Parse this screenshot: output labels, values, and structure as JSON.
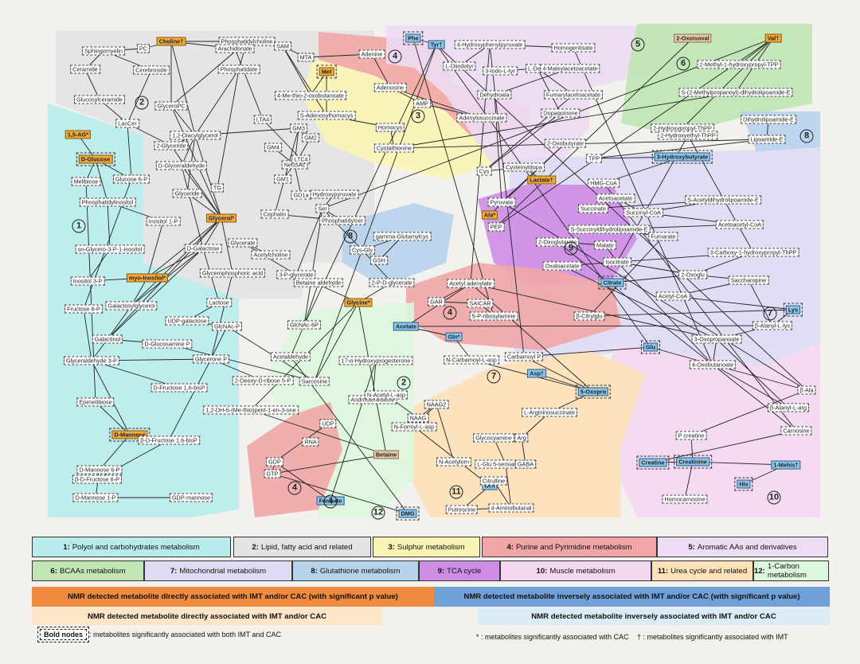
{
  "colors": {
    "r1": "#b8ecec",
    "r2": "#e3e3e3",
    "r3": "#fbf4b4",
    "r4": "#f1a6a6",
    "r5": "#ecdcf4",
    "r6": "#bfe6b4",
    "r7": "#dedcf4",
    "r8": "#b7d3ec",
    "r9": "#ce8de5",
    "r10": "#f4d8f2",
    "r11": "#fde1b8",
    "r12": "#ddf7dc",
    "orange": "#f2a93b",
    "blue": "#8ec5ea",
    "tan": "#e8c9a8",
    "light_orange": "#fde6c7",
    "light_blue": "#dcecf6",
    "dark_orange": "#ef8b3e",
    "dark_blue": "#6fa0d8"
  },
  "region_numbers": [
    "1",
    "2",
    "3",
    "4",
    "4",
    "4",
    "4",
    "5",
    "6",
    "7",
    "7",
    "8",
    "8",
    "9",
    "10",
    "11",
    "12",
    "2"
  ],
  "nodes": [
    {
      "label": "Choline†",
      "s": "orange"
    },
    {
      "label": "PC",
      "s": ""
    },
    {
      "label": "Sphingomyelin",
      "s": ""
    },
    {
      "label": "Phosphatidylcholine",
      "s": ""
    },
    {
      "label": "Arachidonate",
      "s": ""
    },
    {
      "label": "Ceramide",
      "s": ""
    },
    {
      "label": "Cerebroside",
      "s": ""
    },
    {
      "label": "Phosphatidate",
      "s": ""
    },
    {
      "label": "Glucosylceramide",
      "s": ""
    },
    {
      "label": "GlyceroPC",
      "s": ""
    },
    {
      "label": "LacCer",
      "s": ""
    },
    {
      "label": "1,5-AG*",
      "s": "orange"
    },
    {
      "label": "D-Glucose",
      "s": "orange bold"
    },
    {
      "label": "Melibiose",
      "s": ""
    },
    {
      "label": "Glucose 6-P",
      "s": ""
    },
    {
      "label": "2-Glyceride",
      "s": ""
    },
    {
      "label": "1,2-Diacylglycerol",
      "s": ""
    },
    {
      "label": "D-Glyceraldehyde",
      "s": ""
    },
    {
      "label": "Glyceride",
      "s": ""
    },
    {
      "label": "TG",
      "s": ""
    },
    {
      "label": "Phosphatidylinositol",
      "s": ""
    },
    {
      "label": "Inositol 1-P",
      "s": ""
    },
    {
      "label": "Glycerol*",
      "s": "orange"
    },
    {
      "label": "sn-Glycero-3-P-1-inositol",
      "s": ""
    },
    {
      "label": "D-Galactose",
      "s": ""
    },
    {
      "label": "Inositol 3-P",
      "s": ""
    },
    {
      "label": "myo-Inositol*",
      "s": "orange"
    },
    {
      "label": "Glycerophosphoric acid",
      "s": ""
    },
    {
      "label": "Lactose",
      "s": ""
    },
    {
      "label": "Fructose 6-P",
      "s": ""
    },
    {
      "label": "Galactosylglycerol",
      "s": ""
    },
    {
      "label": "UDP-galactose",
      "s": ""
    },
    {
      "label": "GlcNAc-P",
      "s": ""
    },
    {
      "label": "Galactinol",
      "s": ""
    },
    {
      "label": "D-Glucosamine P",
      "s": ""
    },
    {
      "label": "Glyceraldehyde 3-P",
      "s": ""
    },
    {
      "label": "Glycerone P",
      "s": ""
    },
    {
      "label": "D-Fructose 1,6-bisP",
      "s": ""
    },
    {
      "label": "Epimelibiose",
      "s": ""
    },
    {
      "label": "D-Mannose",
      "s": "orange bold"
    },
    {
      "label": "β-D-Fructose 1,6-bisP",
      "s": ""
    },
    {
      "label": "D-Mannose 6-P",
      "s": ""
    },
    {
      "label": "β-D-Fructose 6-P",
      "s": ""
    },
    {
      "label": "D-Mannose 1-P",
      "s": ""
    },
    {
      "label": "GDP-mannose",
      "s": ""
    },
    {
      "label": "SAM",
      "s": ""
    },
    {
      "label": "MTA",
      "s": ""
    },
    {
      "label": "Met",
      "s": "orange bold"
    },
    {
      "label": "Adenine",
      "s": ""
    },
    {
      "label": "4-Me-thio-2-oxobutanoate",
      "s": ""
    },
    {
      "label": "Adenosine",
      "s": ""
    },
    {
      "label": "S-Adenosylhomocys",
      "s": ""
    },
    {
      "label": "AMP",
      "s": ""
    },
    {
      "label": "Adenylosuccinate",
      "s": ""
    },
    {
      "label": "Homocys",
      "s": ""
    },
    {
      "label": "LTA4",
      "s": ""
    },
    {
      "label": "GM3",
      "s": ""
    },
    {
      "label": "GM4",
      "s": ""
    },
    {
      "label": "GM2",
      "s": ""
    },
    {
      "label": "NeuSAc",
      "s": ""
    },
    {
      "label": "LTC4",
      "s": ""
    },
    {
      "label": "GM1",
      "s": ""
    },
    {
      "label": "GD1a",
      "s": ""
    },
    {
      "label": "Cystathionine",
      "s": ""
    },
    {
      "label": "Cephalin",
      "s": ""
    },
    {
      "label": "Hydroxypyruvate",
      "s": ""
    },
    {
      "label": "Ser",
      "s": ""
    },
    {
      "label": "Phosphatidylser",
      "s": ""
    },
    {
      "label": "Glycerate",
      "s": ""
    },
    {
      "label": "Acetylcholine",
      "s": ""
    },
    {
      "label": "3-P-glycerate",
      "s": ""
    },
    {
      "label": "Cys-Gly",
      "s": ""
    },
    {
      "label": "gamma-Glutamylcys",
      "s": ""
    },
    {
      "label": "GSH",
      "s": ""
    },
    {
      "label": "2-P-D-glycerate",
      "s": ""
    },
    {
      "label": "Betaine aldehyde",
      "s": ""
    },
    {
      "label": "Glycine*",
      "s": "orange"
    },
    {
      "label": "GlcNAc-6P",
      "s": ""
    },
    {
      "label": "Acetaldehyde",
      "s": ""
    },
    {
      "label": "Sarcosine",
      "s": ""
    },
    {
      "label": "2-Deoxy-D-ribose 5-P",
      "s": ""
    },
    {
      "label": "1,2-DH-5-(Me-thio)pent-1-en-3-one",
      "s": ""
    },
    {
      "label": "UDP",
      "s": ""
    },
    {
      "label": "RNA",
      "s": ""
    },
    {
      "label": "GDP",
      "s": ""
    },
    {
      "label": "GTP",
      "s": ""
    },
    {
      "label": "Formate",
      "s": "blue"
    },
    {
      "label": "DMG",
      "s": "blue bold"
    },
    {
      "label": "Betaine",
      "s": "tan"
    },
    {
      "label": "17-α-Hydroxyprogesterone",
      "s": ""
    },
    {
      "label": "Androstenedione",
      "s": ""
    },
    {
      "label": "N-Acetyl-L-asp",
      "s": ""
    },
    {
      "label": "NAAG",
      "s": ""
    },
    {
      "label": "NAAG2",
      "s": ""
    },
    {
      "label": "N-Formyl-L-asp",
      "s": ""
    },
    {
      "label": "N-Acetylorn",
      "s": ""
    },
    {
      "label": "Orn",
      "s": "blue"
    },
    {
      "label": "Putrescine",
      "s": ""
    },
    {
      "label": "4-Aminobutanal",
      "s": ""
    },
    {
      "label": "Citrulline",
      "s": ""
    },
    {
      "label": "L-Glu 5-semialdehyde",
      "s": ""
    },
    {
      "label": "Glycocyamine",
      "s": ""
    },
    {
      "label": "Arg",
      "s": ""
    },
    {
      "label": "GABA",
      "s": ""
    },
    {
      "label": "L-Argininosuccinate",
      "s": ""
    },
    {
      "label": "5-Oxopro",
      "s": "blue bold"
    },
    {
      "label": "Asp†",
      "s": "blue"
    },
    {
      "label": "N-Carbamoyl-L-asp",
      "s": ""
    },
    {
      "label": "Carbamoyl P",
      "s": ""
    },
    {
      "label": "Gln*",
      "s": "blue"
    },
    {
      "label": "Acetate",
      "s": "blue"
    },
    {
      "label": "5-P-ribosylamine",
      "s": ""
    },
    {
      "label": "SAICAR",
      "s": ""
    },
    {
      "label": "GAR",
      "s": ""
    },
    {
      "label": "Acetyl adenylate",
      "s": ""
    },
    {
      "label": "Phe",
      "s": "blue bold"
    },
    {
      "label": "Tyr†",
      "s": "blue"
    },
    {
      "label": "4-Hydroxyphenylpyruvate",
      "s": ""
    },
    {
      "label": "Homogentisate",
      "s": ""
    },
    {
      "label": "L-Diiodotyr",
      "s": ""
    },
    {
      "label": "3-Iodo-L-tyr",
      "s": ""
    },
    {
      "label": "L-Dopa",
      "s": ""
    },
    {
      "label": "4-Maleylacetoacetate",
      "s": ""
    },
    {
      "label": "Dehydroala",
      "s": ""
    },
    {
      "label": "Fumarylacetoacetate",
      "s": ""
    },
    {
      "label": "Dopaquinone",
      "s": ""
    },
    {
      "label": "Cys",
      "s": ""
    },
    {
      "label": "Cysteinyldopa",
      "s": ""
    },
    {
      "label": "2-Oxobutyrate",
      "s": ""
    },
    {
      "label": "Lactate†",
      "s": "orange"
    },
    {
      "label": "Pyruvate",
      "s": ""
    },
    {
      "label": "Ala*",
      "s": "orange"
    },
    {
      "label": "PEP",
      "s": ""
    },
    {
      "label": "2-Oxoisoval",
      "s": "tan"
    },
    {
      "label": "Val†",
      "s": "orange"
    },
    {
      "label": "2-Methyl-1-hydroxypropyl-TPP",
      "s": ""
    },
    {
      "label": "S-(2-Methylpropanoyl)-dihydrolipoamide-E",
      "s": ""
    },
    {
      "label": "2-Hydroxypropyl-ThPP",
      "s": ""
    },
    {
      "label": "2-Hydroxyethyl-ThPP",
      "s": ""
    },
    {
      "label": "Dihydrolipoamide-E",
      "s": ""
    },
    {
      "label": "Lipoamide-E",
      "s": ""
    },
    {
      "label": "TPP",
      "s": ""
    },
    {
      "label": "3-Hydroxybutyrate",
      "s": "blue bold"
    },
    {
      "label": "HMG-CoA",
      "s": ""
    },
    {
      "label": "Acetoacetate",
      "s": ""
    },
    {
      "label": "S-Acetyldihydrolipoamide-E",
      "s": ""
    },
    {
      "label": "Succinate",
      "s": ""
    },
    {
      "label": "Succinyl-CoA",
      "s": ""
    },
    {
      "label": "Acetoacetyl-CoA",
      "s": ""
    },
    {
      "label": "S-Succinyldihydrolipoamide-E",
      "s": ""
    },
    {
      "label": "Fumarate",
      "s": ""
    },
    {
      "label": "2-Oxoglutarate",
      "s": ""
    },
    {
      "label": "Malate",
      "s": ""
    },
    {
      "label": "Isocitrate",
      "s": ""
    },
    {
      "label": "3-Carboxy-1-hydroxypropyl-ThPP",
      "s": ""
    },
    {
      "label": "Oxaloacetate",
      "s": ""
    },
    {
      "label": "Citrate",
      "s": "blue bold"
    },
    {
      "label": "2-Oxoglu",
      "s": ""
    },
    {
      "label": "Saccharopine",
      "s": ""
    },
    {
      "label": "Acetyl-CoA",
      "s": ""
    },
    {
      "label": "β-Citrylglu",
      "s": ""
    },
    {
      "label": "Lys",
      "s": "blue bold"
    },
    {
      "label": "β-Alanyl-L-lys",
      "s": ""
    },
    {
      "label": "3-Oxopropanoate",
      "s": ""
    },
    {
      "label": "Glu",
      "s": "blue bold"
    },
    {
      "label": "4-Oxobutanoate",
      "s": ""
    },
    {
      "label": "β-Ala",
      "s": ""
    },
    {
      "label": "β-Alanyl-L-arg",
      "s": ""
    },
    {
      "label": "Carnosine",
      "s": ""
    },
    {
      "label": "P creatine",
      "s": ""
    },
    {
      "label": "Creatine",
      "s": "blue bold"
    },
    {
      "label": "Creatinine",
      "s": "blue bold"
    },
    {
      "label": "1-Mehis†",
      "s": "blue"
    },
    {
      "label": "His",
      "s": "blue bold"
    },
    {
      "label": "Homocarnosine",
      "s": ""
    }
  ],
  "legend": [
    {
      "num": "1:",
      "text": "Polyol and carbohydrates metabolism",
      "color": "#b8ecec"
    },
    {
      "num": "2:",
      "text": "Lipid, fatty acid and related",
      "color": "#e3e3e3"
    },
    {
      "num": "3:",
      "text": "Sulphur metabolism",
      "color": "#fbf4b4"
    },
    {
      "num": "4:",
      "text": "Purine and Pyrimidine metabolism",
      "color": "#f1a6a6"
    },
    {
      "num": "5:",
      "text": "Aromatic AAs and derivatives",
      "color": "#ecdcf4"
    },
    {
      "num": "6:",
      "text": "BCAAs metabolism",
      "color": "#bfe6b4"
    },
    {
      "num": "7:",
      "text": "Mitochondrial metabolism",
      "color": "#dedcf4"
    },
    {
      "num": "8:",
      "text": "Glutathione metabolism",
      "color": "#b7d3ec"
    },
    {
      "num": "9:",
      "text": "TCA cycle",
      "color": "#ce8de5"
    },
    {
      "num": "10:",
      "text": "Muscle metabolism",
      "color": "#f4d8f2"
    },
    {
      "num": "11:",
      "text": "Urea cycle and related",
      "color": "#fde1b8"
    },
    {
      "num": "12:",
      "text": "1-Carbon metabolism",
      "color": "#ddf7dc"
    }
  ],
  "bands": {
    "direct_sig": "NMR detected metabolite directly associated with IMT and/or CAC (with significant p value)",
    "inverse_sig": "NMR detected metabolite inversely associated with IMT and/or CAC (with significant p value)",
    "direct": "NMR detected metabolite directly associated with IMT and/or CAC",
    "inverse": "NMR detected metabolite inversely associated with IMT and/or CAC"
  },
  "footer": {
    "bold_key": "Bold nodes",
    "bold_text": ": metabolites significantly associated with both IMT and CAC",
    "star_text": "* : metabolites significantly associated with CAC",
    "dagger_text": "† : metabolites significantly associated with IMT"
  }
}
